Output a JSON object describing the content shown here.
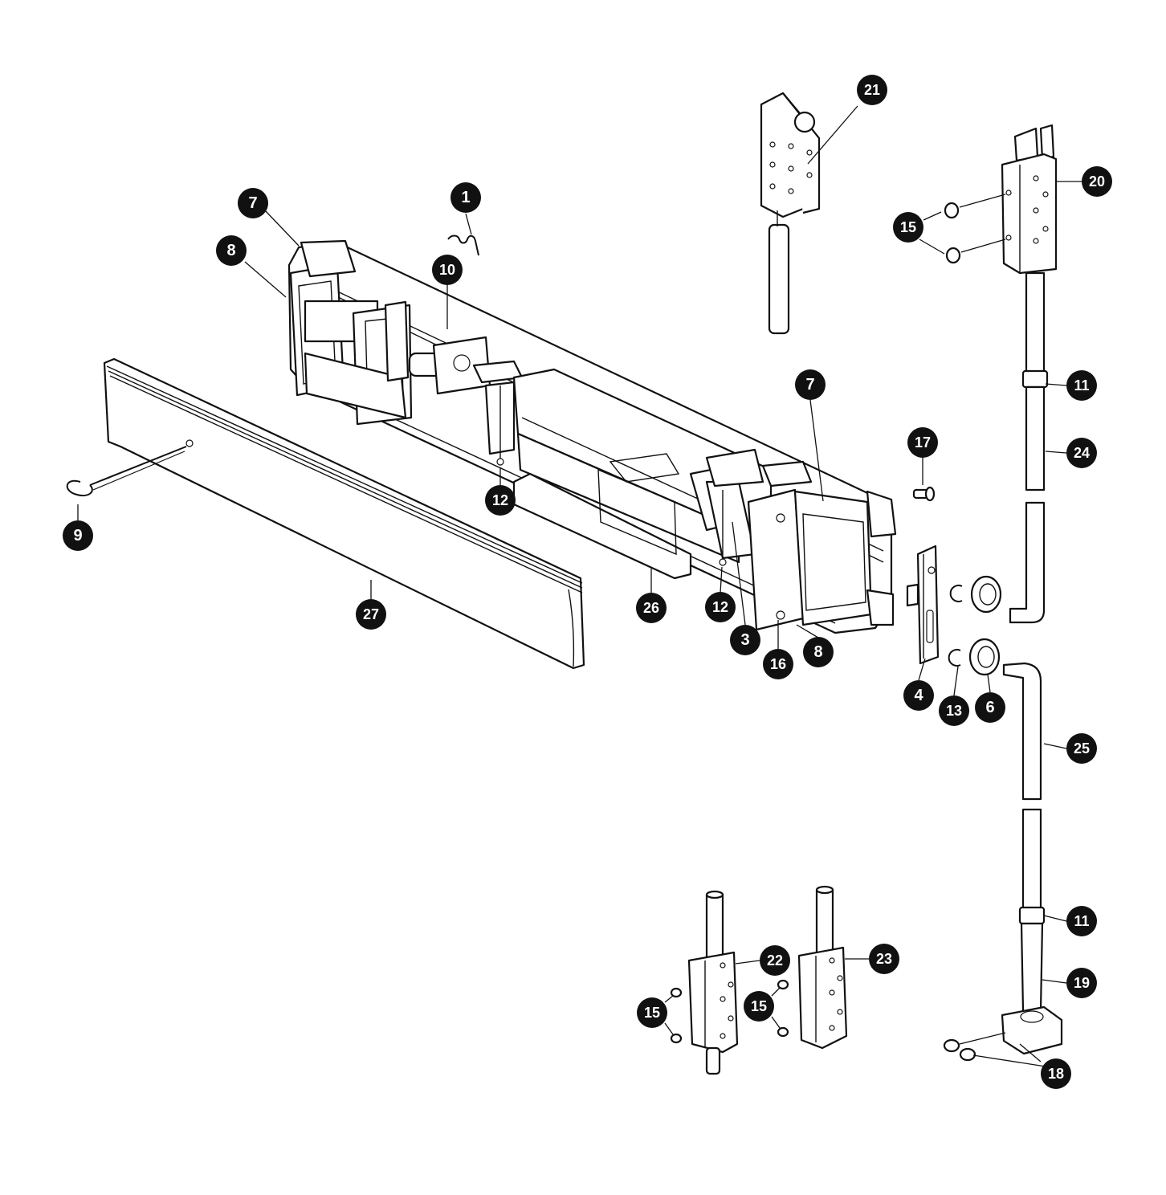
{
  "diagram": {
    "type": "exploded parts diagram",
    "colors": {
      "ink": "#111111",
      "paper": "#ffffff",
      "callout_fill": "#111111",
      "callout_text": "#ffffff"
    },
    "callouts": [
      {
        "id": "c1",
        "label": "1"
      },
      {
        "id": "c7a",
        "label": "7"
      },
      {
        "id": "c8a",
        "label": "8"
      },
      {
        "id": "c10",
        "label": "10"
      },
      {
        "id": "c9",
        "label": "9"
      },
      {
        "id": "c12a",
        "label": "12"
      },
      {
        "id": "c27",
        "label": "27"
      },
      {
        "id": "c26",
        "label": "26"
      },
      {
        "id": "c12b",
        "label": "12"
      },
      {
        "id": "c3",
        "label": "3"
      },
      {
        "id": "c16",
        "label": "16"
      },
      {
        "id": "c8b",
        "label": "8"
      },
      {
        "id": "c7b",
        "label": "7"
      },
      {
        "id": "c17",
        "label": "17"
      },
      {
        "id": "c4",
        "label": "4"
      },
      {
        "id": "c13",
        "label": "13"
      },
      {
        "id": "c6",
        "label": "6"
      },
      {
        "id": "c21",
        "label": "21"
      },
      {
        "id": "c20",
        "label": "20"
      },
      {
        "id": "c15a",
        "label": "15"
      },
      {
        "id": "c11a",
        "label": "11"
      },
      {
        "id": "c24",
        "label": "24"
      },
      {
        "id": "c25",
        "label": "25"
      },
      {
        "id": "c11b",
        "label": "11"
      },
      {
        "id": "c19",
        "label": "19"
      },
      {
        "id": "c18",
        "label": "18"
      },
      {
        "id": "c22",
        "label": "22"
      },
      {
        "id": "c23",
        "label": "23"
      },
      {
        "id": "c15b",
        "label": "15"
      },
      {
        "id": "c15c",
        "label": "15"
      }
    ]
  }
}
